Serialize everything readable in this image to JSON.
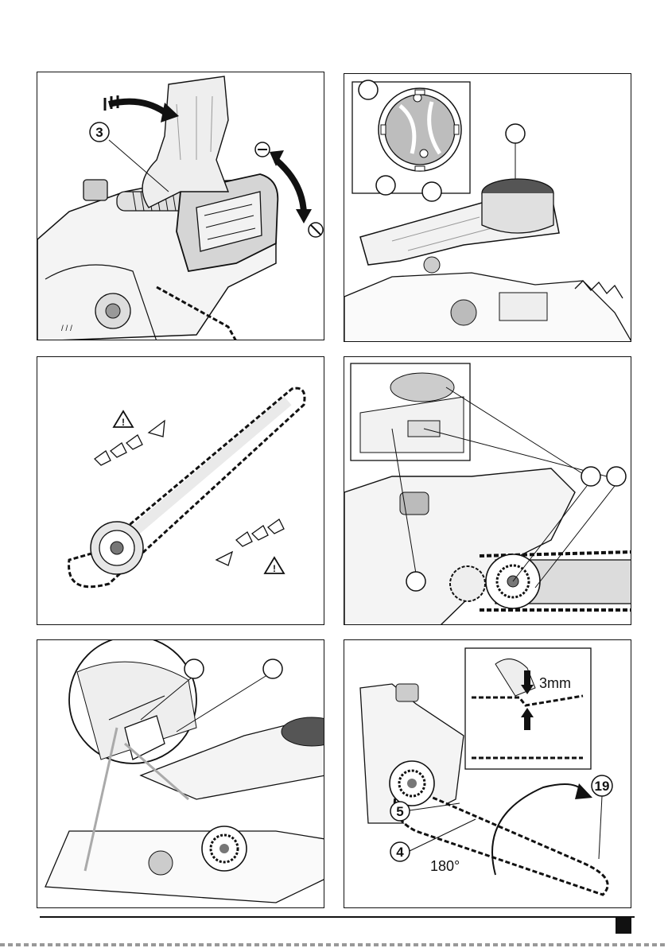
{
  "panels": {
    "p1": {
      "callout": "3"
    },
    "p2": {
      "callouts": [
        "",
        "",
        "",
        ""
      ]
    },
    "p3": {
      "warning_glyph": "warning-triangle-icon"
    },
    "p4": {
      "callouts": [
        "",
        "",
        ""
      ]
    },
    "p5": {
      "callouts": [
        "",
        ""
      ]
    },
    "p6": {
      "callout_a": "5",
      "callout_b": "4",
      "callout_c": "19",
      "gap_label": "3mm",
      "angle_label": "180°"
    }
  },
  "colors": {
    "line": "#111111",
    "fill_light": "#e8e8e8",
    "fill_mid": "#bdbdbd",
    "fill_dark": "#555555"
  }
}
